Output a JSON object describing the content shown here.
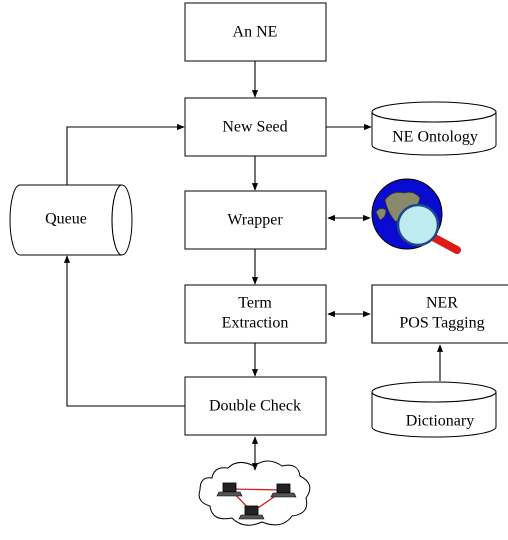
{
  "nodes": {
    "an_ne": "An NE",
    "new_seed": "New Seed",
    "ne_ontology": "NE Ontology",
    "queue": "Queue",
    "wrapper": "Wrapper",
    "term_extraction_line1": "Term",
    "term_extraction_line2": "Extraction",
    "ner_line1": "NER",
    "ner_line2": "POS Tagging",
    "double_check": "Double Check",
    "dictionary": "Dictionary"
  },
  "icons": {
    "search": "globe-magnifier-icon",
    "network": "network-cloud-icon"
  },
  "colors": {
    "globe_ocean": "#0a0ad0",
    "globe_land": "#8a8a6a",
    "lens": "#bfeaf0",
    "handle": "#e01818",
    "network_link": "#d02020"
  }
}
